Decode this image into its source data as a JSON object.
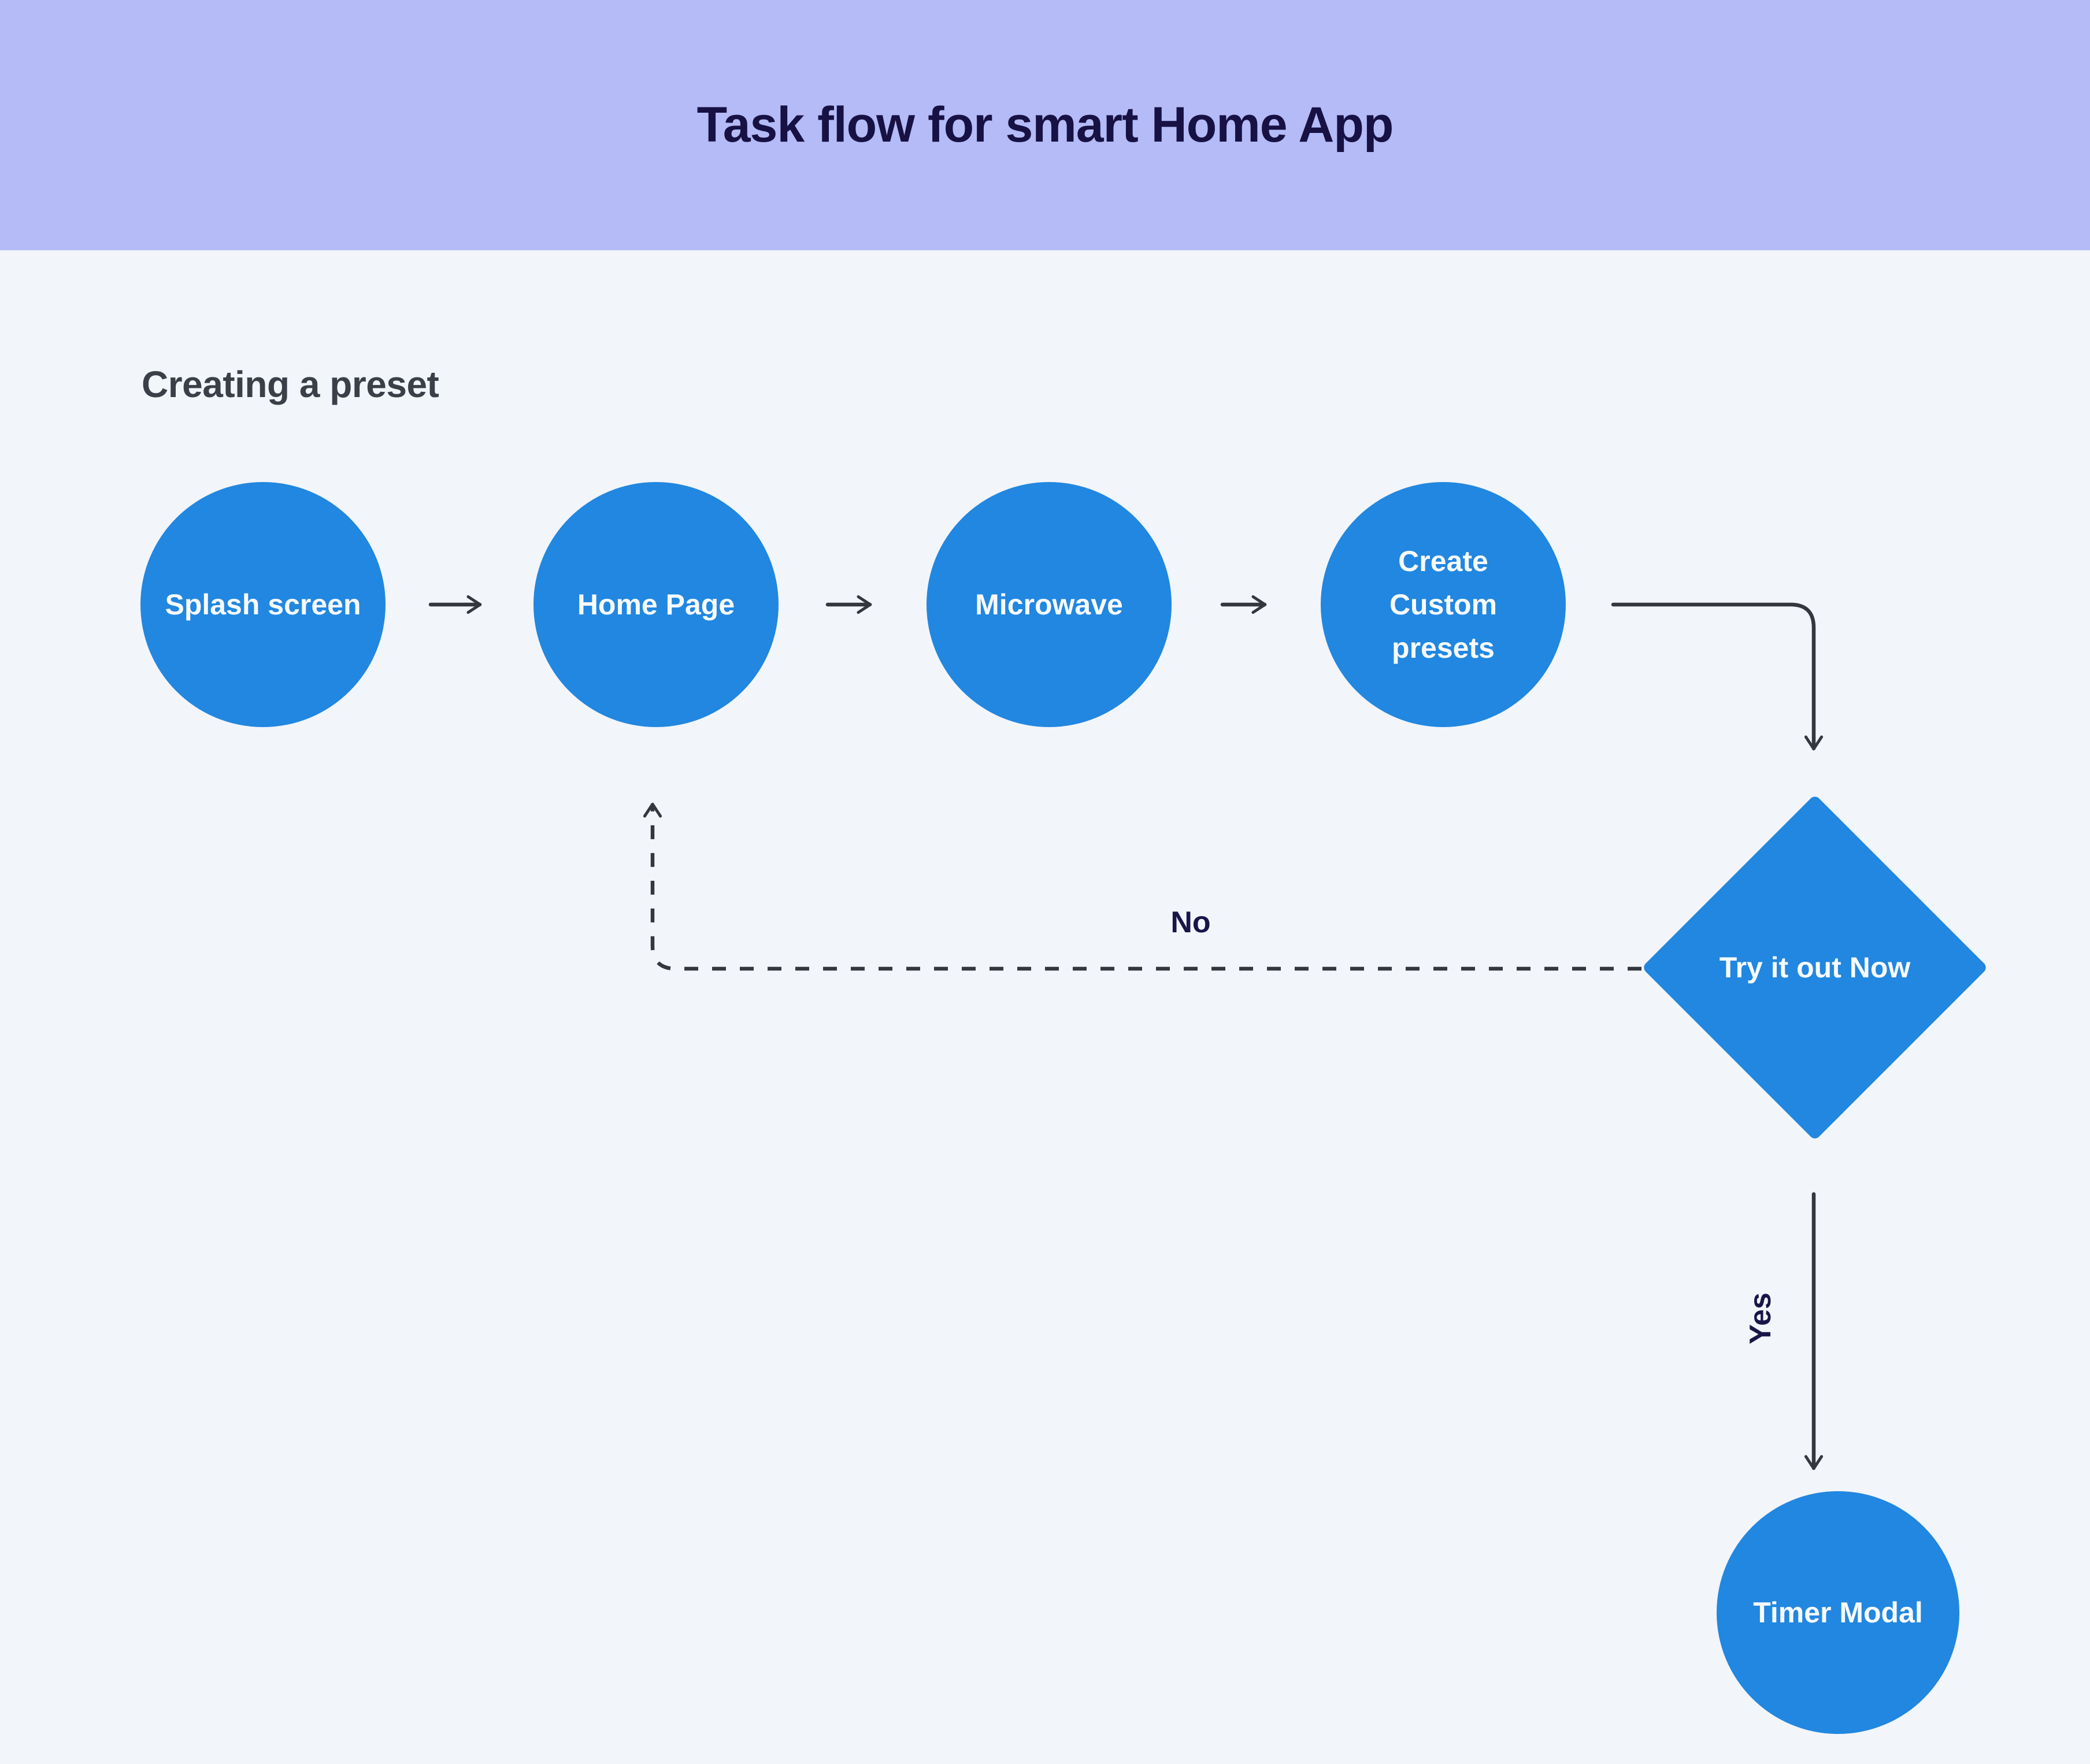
{
  "header": {
    "title": "Task flow for smart Home App"
  },
  "section": {
    "heading": "Creating a preset"
  },
  "nodes": [
    {
      "label": "Splash screen",
      "shape": "circle"
    },
    {
      "label": "Home Page",
      "shape": "circle"
    },
    {
      "label": "Microwave",
      "shape": "circle"
    },
    {
      "label": "Create Custom presets",
      "shape": "circle"
    },
    {
      "label": "Try it out Now",
      "shape": "diamond"
    },
    {
      "label": "Timer Modal",
      "shape": "circle"
    }
  ],
  "edge_labels": {
    "no": "No",
    "yes": "Yes"
  },
  "theme": {
    "header_bg": "#B4BBF7",
    "page_bg": "#F2F5FA",
    "node_fill": "#2187E0",
    "node_text": "#F8FAFD",
    "title_color": "#171144",
    "heading_color": "#3A3F48",
    "connector_color": "#35373E",
    "edge_label_color": "#1A1549"
  }
}
